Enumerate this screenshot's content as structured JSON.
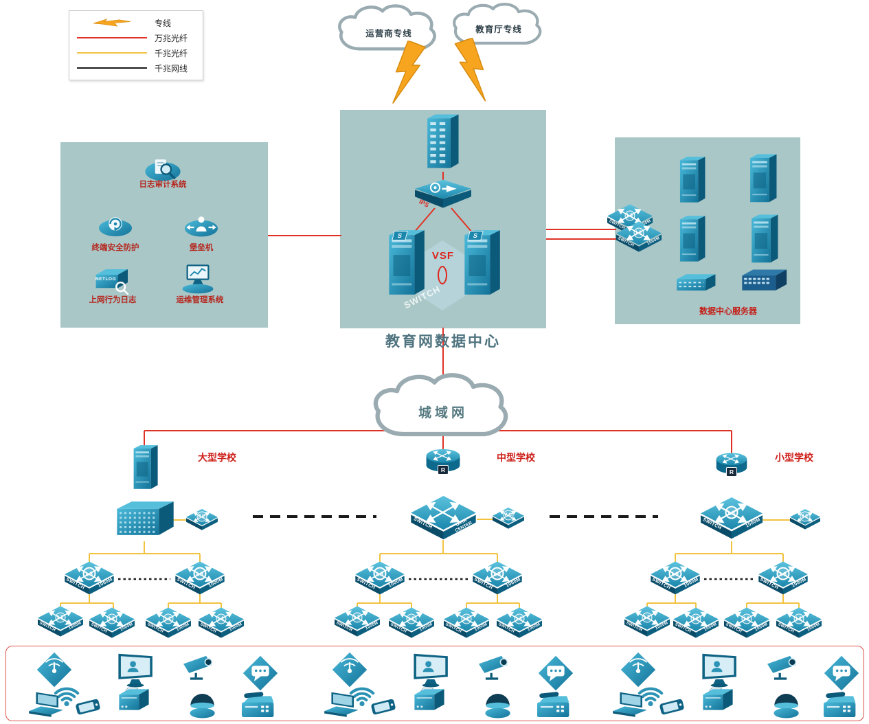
{
  "colors": {
    "panel": "#a9c7c7",
    "line_10g_fiber": "#e03224",
    "line_1g_fiber": "#f2c240",
    "line_1g_ethernet": "#1a1a1a",
    "device_teal": "#1f86a8",
    "label_red": "#c4201a",
    "lightning_orange": "#f7a51f"
  },
  "legend": {
    "items": [
      {
        "icon": "lightning-icon",
        "label": "专线"
      },
      {
        "icon": "red-line",
        "label": "万兆光纤"
      },
      {
        "icon": "yellow-line",
        "label": "千兆光纤"
      },
      {
        "icon": "black-line",
        "label": "千兆网线"
      }
    ]
  },
  "clouds": {
    "carrier": "运营商专线",
    "education": "教育厅专线",
    "metro": "城域网"
  },
  "data_center": {
    "title": "教育网数据中心",
    "vsf": "VSF",
    "ips": "IPS",
    "switch_ghost": "SWITCH",
    "s_badge": "S"
  },
  "left_panel": {
    "audit": "日志审计系统",
    "terminal_security": "终端安全防护",
    "bastion": "堡垒机",
    "netlog_label": "上网行为日志",
    "netlog_badge": "NETLOG",
    "ops": "运维管理系统"
  },
  "right_panel": {
    "server_label": "数据中心服务器"
  },
  "schools": {
    "large": "大型学校",
    "medium": "中型学校",
    "small": "小型学校"
  },
  "labels": {
    "switch": "SWITCH",
    "speed": "1000M",
    "data_center": "DATA CENTER",
    "l3": "L3",
    "l2": "L2",
    "ac": "AC",
    "router": "R"
  }
}
